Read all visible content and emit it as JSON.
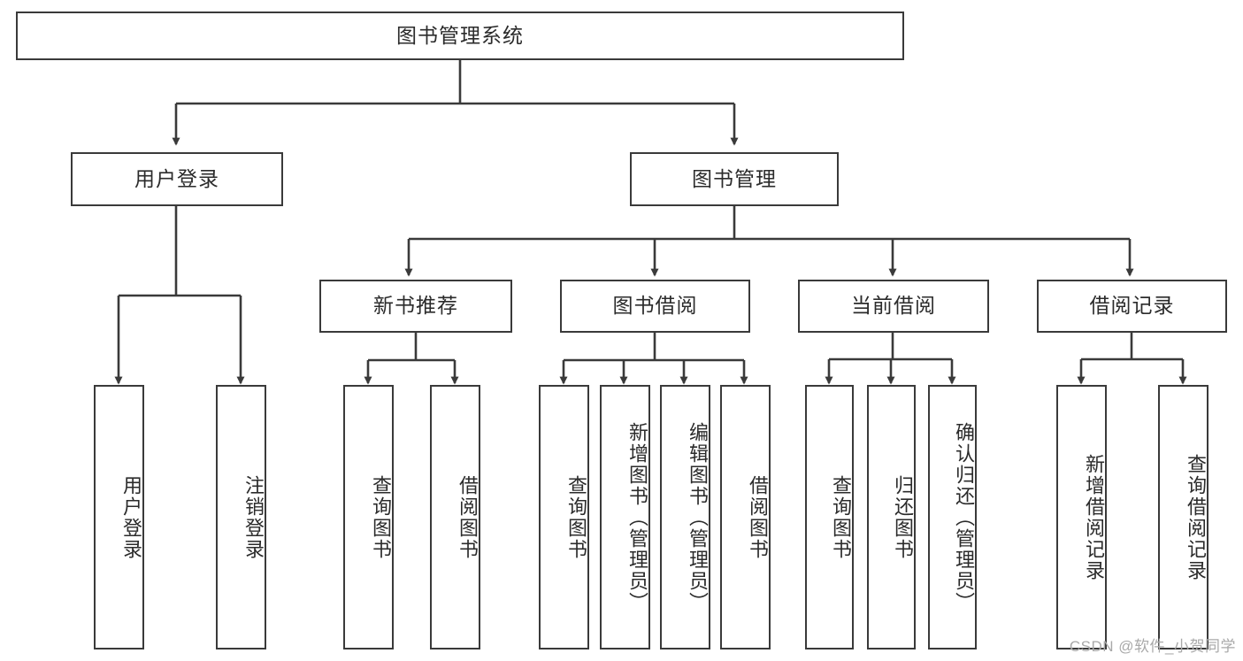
{
  "diagram": {
    "title": "图书管理系统",
    "type": "tree-hierarchy",
    "watermark": "CSDN @软件_小贺同学",
    "colors": {
      "stroke": "#3a3a3a",
      "fill": "#ffffff",
      "text": "#2b2b2b",
      "watermark": "#a9a9a9"
    },
    "root": {
      "label": "图书管理系统"
    },
    "level2": [
      {
        "label": "用户登录"
      },
      {
        "label": "图书管理"
      }
    ],
    "level3": [
      {
        "label": "新书推荐"
      },
      {
        "label": "图书借阅"
      },
      {
        "label": "当前借阅"
      },
      {
        "label": "借阅记录"
      }
    ],
    "leaves": {
      "user_login": [
        {
          "label": "用户登录"
        },
        {
          "label": "注销登录"
        }
      ],
      "new_book_recommend": [
        {
          "label": "查询图书"
        },
        {
          "label": "借阅图书"
        }
      ],
      "book_borrow": [
        {
          "label": "查询图书"
        },
        {
          "label": "新增图书（管理员）"
        },
        {
          "label": "编辑图书（管理员）"
        },
        {
          "label": "借阅图书"
        }
      ],
      "current_borrow": [
        {
          "label": "查询图书"
        },
        {
          "label": "归还图书"
        },
        {
          "label": "确认归还（管理员）"
        }
      ],
      "borrow_record": [
        {
          "label": "新增借阅记录"
        },
        {
          "label": "查询借阅记录"
        }
      ]
    }
  }
}
